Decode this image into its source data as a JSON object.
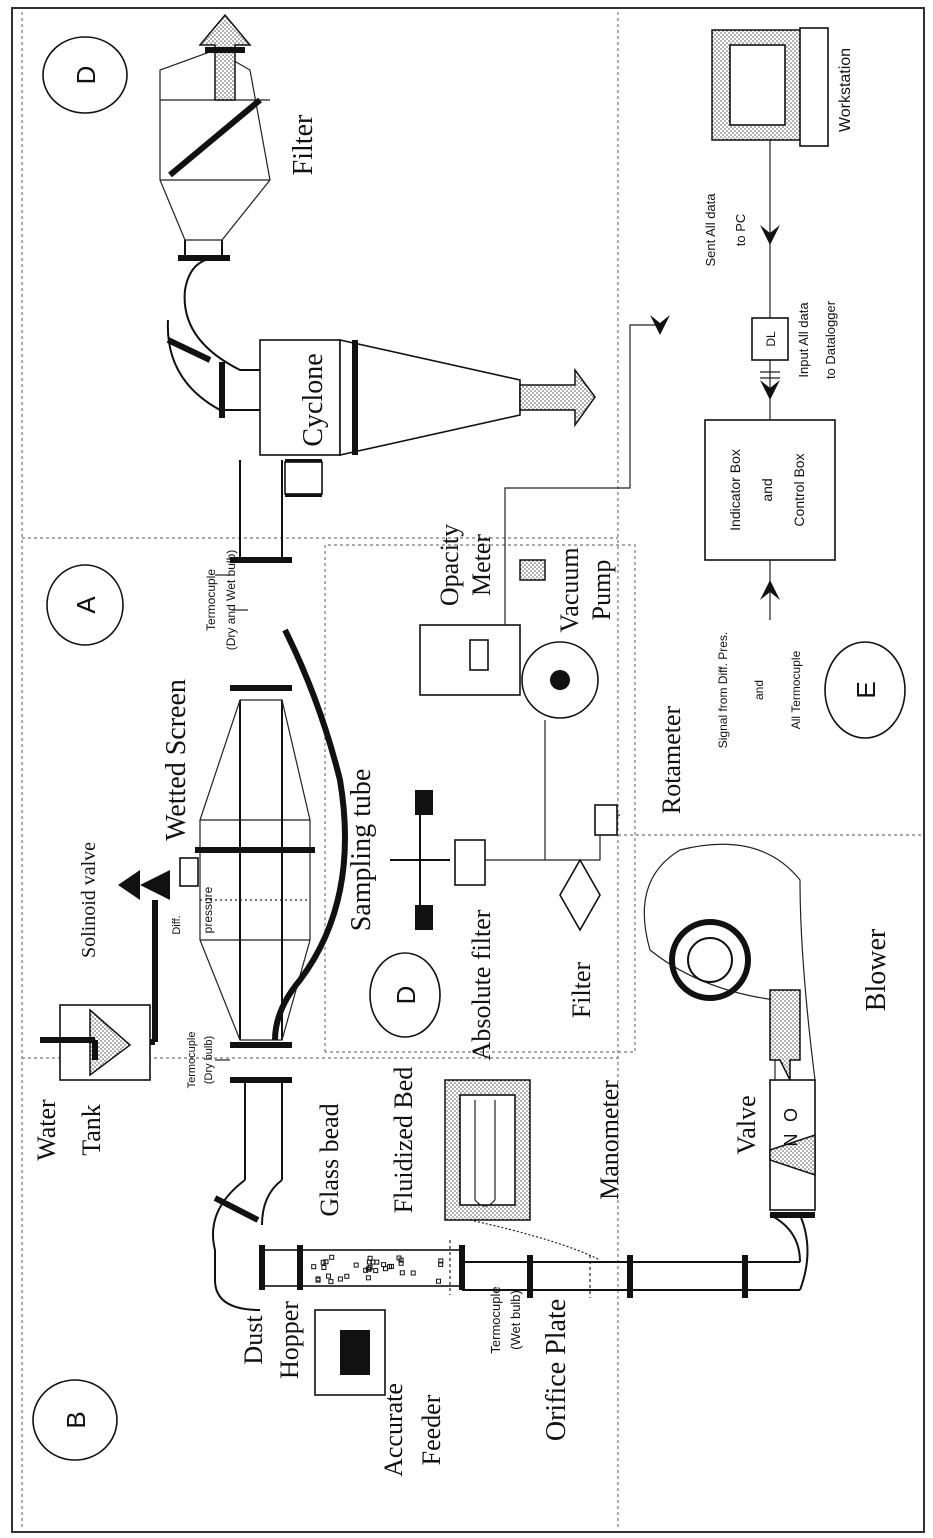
{
  "zones": {
    "a": "A",
    "b": "B",
    "d_top": "D",
    "d_sample": "D",
    "e": "E"
  },
  "labels": {
    "water": "Water",
    "tank": "Tank",
    "solenoid_valve": "Solinoid valve",
    "diff": "Diff.",
    "pressure": "pressure",
    "wetted_screen": "Wetted Screen",
    "termocuple_dry_a": "Termocuple",
    "termocuple_dry_b": "(Dry bulb)",
    "termocuple_drywet_a": "Termocuple",
    "termocuple_drywet_b": "(Dry and Wet bulb)",
    "glass_bead": "Glass bead",
    "fluidized_bed": "Fluidized Bed",
    "dust": "Dust",
    "hopper": "Hopper",
    "accurate": "Accurate",
    "feeder": "Feeder",
    "termocuple_wet_a": "Termocuple",
    "termocuple_wet_b": "(Wet bulb)",
    "orifice_plate": "Orifice Plate",
    "manometer": "Manometer",
    "valve": "Valve",
    "valve_n": "N",
    "valve_o": "O",
    "blower": "Blower",
    "sampling_tube": "Sampling tube",
    "absolute_filter": "Absolute filter",
    "filter_small": "Filter",
    "opacity": "Opacity",
    "meter": "Meter",
    "vacuum": "Vacuum",
    "pump": "Pump",
    "rotameter": "Rotameter",
    "cyclone": "Cyclone",
    "filter_top": "Filter",
    "workstation": "Workstation",
    "sent_a": "Sent All data",
    "sent_b": "to PC",
    "input_a": "Input All data",
    "input_b": "to Datalogger",
    "dl": "DL",
    "indicator_a": "Indicator Box",
    "indicator_b": "and",
    "indicator_c": "Control Box",
    "signal_a": "Signal from Diff. Pres.",
    "signal_b": "and",
    "signal_c": "All Termocuple"
  }
}
